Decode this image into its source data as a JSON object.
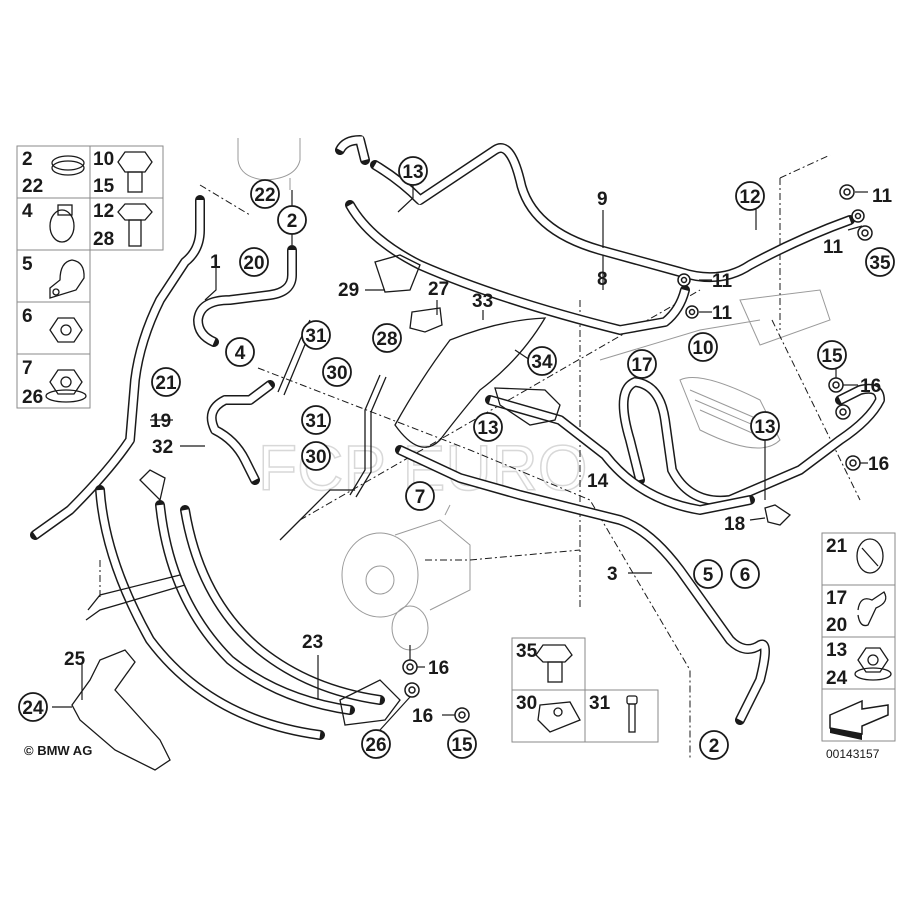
{
  "diagram": {
    "copyright": "© BMW AG",
    "diagram_code": "00143157",
    "watermark": "FCP EURO"
  },
  "legend_boxes": {
    "clamp": [
      "2",
      "22"
    ],
    "banjo_bolt": [
      "10",
      "15"
    ],
    "hose_clamp": [
      "4"
    ],
    "bolt": [
      "12",
      "28"
    ],
    "pipe_clip": [
      "5"
    ],
    "nut": [
      "6"
    ],
    "collar_nut": [
      "7",
      "26"
    ],
    "clip_21": [
      "21"
    ],
    "clip_17_20": [
      "17",
      "20"
    ],
    "flange_nut": [
      "13",
      "24"
    ],
    "hollow_bolt": [
      "35"
    ],
    "clip_nut": [
      "30"
    ],
    "screw": [
      "31"
    ]
  },
  "callouts": {
    "c22": "22",
    "c2a": "2",
    "c20": "20",
    "c4": "4",
    "c31a": "31",
    "c30a": "30",
    "c31b": "31",
    "c30b": "30",
    "c21": "21",
    "c28": "28",
    "c13a": "13",
    "c13b": "13",
    "c13c": "13",
    "c34": "34",
    "c7": "7",
    "c12": "12",
    "c35": "35",
    "c10": "10",
    "c17": "17",
    "c15a": "15",
    "c5": "5",
    "c6": "6",
    "c2b": "2",
    "c24": "24",
    "c26": "26",
    "c15b": "15"
  },
  "plain_labels": {
    "l1": "1",
    "l19": "19",
    "l32": "32",
    "l29": "29",
    "l27": "27",
    "l33": "33",
    "l9": "9",
    "l8": "8",
    "l11a": "11",
    "l11b": "11",
    "l11c": "11",
    "l11d": "11",
    "l16a": "16",
    "l16b": "16",
    "l14": "14",
    "l18": "18",
    "l3": "3",
    "l23": "23",
    "l25": "25",
    "l16c": "16",
    "l16d": "16"
  }
}
